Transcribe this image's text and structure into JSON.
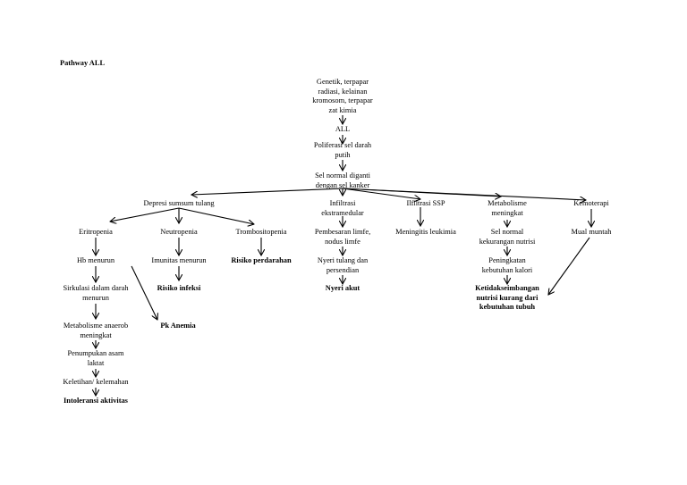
{
  "title": "Pathway ALL",
  "nodes": {
    "root": [
      "Genetik, terpapar",
      "radiasi, kelainan",
      "kromosom, terpapar",
      "zat kimia"
    ],
    "all": [
      "ALL"
    ],
    "proliferasi": [
      "Poliferasi sel darah",
      "putih"
    ],
    "sel_normal": [
      "Sel normal diganti",
      "dengan sel kanker"
    ],
    "depresi": [
      "Depresi sumsum tulang"
    ],
    "infiltrasi": [
      "Infiltrasi",
      "ekstramedular"
    ],
    "ilfiltrasi_ssp": [
      "Ilfiltrasi SSP"
    ],
    "metabolisme": [
      "Metabolisme",
      "meningkat"
    ],
    "kemoterapi": [
      "Kemoterapi"
    ],
    "eritropenia": [
      "Eritropenia"
    ],
    "neutropenia": [
      "Neutropenia"
    ],
    "trombositopenia": [
      "Trombositopenia"
    ],
    "pembesaran": [
      "Pembesaran limfe,",
      "nodus limfe"
    ],
    "meningitis": [
      "Meningitis leukimia"
    ],
    "sel_normal_kurang": [
      "Sel normal",
      "kekurangan nutrisi"
    ],
    "mual": [
      "Mual muntah"
    ],
    "hb": [
      "Hb menurun"
    ],
    "imunitas": [
      "Imunitas menurun"
    ],
    "risiko_perdarahan": [
      "Risiko perdarahan"
    ],
    "nyeri_tulang": [
      "Nyeri tulang dan",
      "persendian"
    ],
    "peningkatan": [
      "Peningkatan",
      "kebutuhan kalori"
    ],
    "sirkulasi": [
      "Sirkulasi dalam darah",
      "menurun"
    ],
    "risiko_infeksi": [
      "Risiko infeksi"
    ],
    "nyeri_akut": [
      "Nyeri akut"
    ],
    "ketidakseimbangan": [
      "Ketidakseimbangan",
      "nutrisi kurang dari",
      "kebutuhan tubuh"
    ],
    "metabolisme_anaerob": [
      "Metabolisme anaerob",
      "meningkat"
    ],
    "pk_anemia": [
      "Pk Anemia"
    ],
    "penumpukan": [
      "Penumpukan asam",
      "laktat"
    ],
    "keletihan": [
      "Keletihan/ kelemahan"
    ],
    "intoleransi": [
      "Intoleransi aktivitas"
    ]
  }
}
